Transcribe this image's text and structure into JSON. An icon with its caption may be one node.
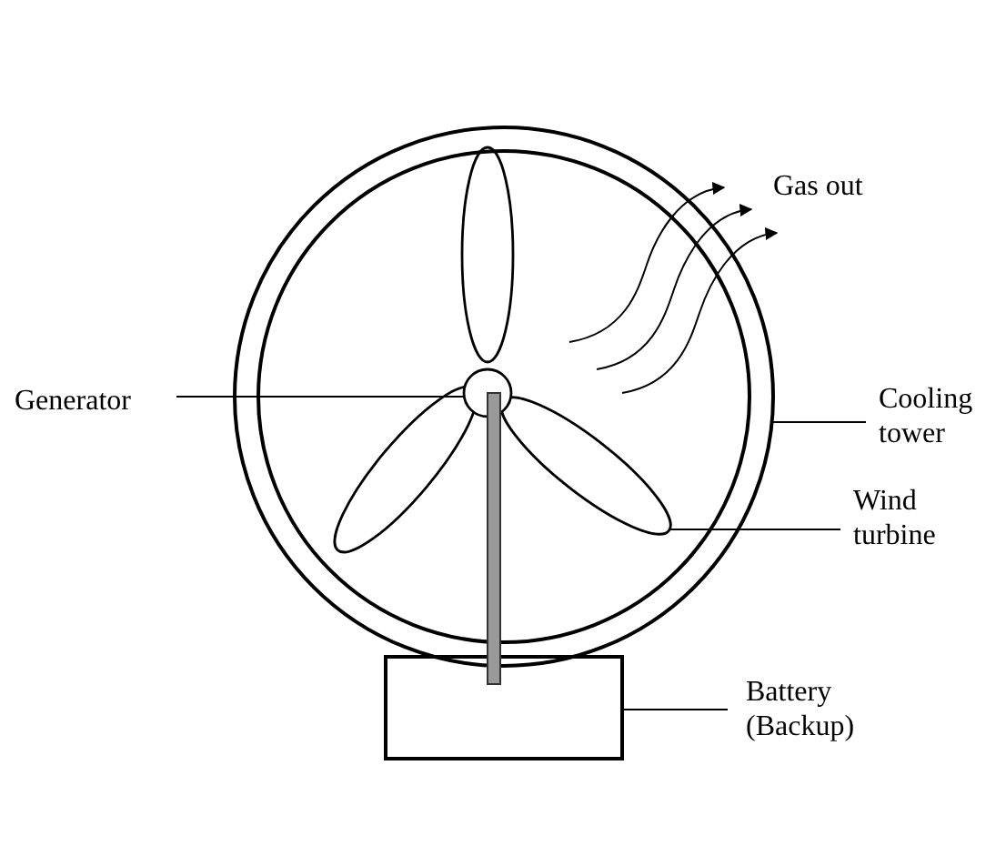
{
  "diagram": {
    "nodes": [
      {
        "text": [
          "Generator"
        ]
      },
      {
        "text": [],
        "shape": "circle",
        "in": 5
      },
      {
        "text": [
          "Cooling tower"
        ]
      },
      {
        "text": [],
        "shape": "circle"
      },
      {
        "text": [
          "Wind turbine"
        ]
      },
      {
        "text": [],
        "shape": "propeller",
        "in": 3
      },
      {
        "text": [
          "Battery (Backup)"
        ]
      },
      {
        "text": [],
        "shape": "box"
      }
    ],
    "edges": [
      {
        "from": 0,
        "to": 1,
        "arrow": "none"
      },
      {
        "from": 2,
        "to": 3,
        "arrow": "none"
      },
      {
        "from": 4,
        "to": 5,
        "arrow": "none"
      },
      {
        "from": 6,
        "to": 7,
        "arrow": "none"
      }
    ],
    "labels": [
      "Gas out"
    ]
  }
}
